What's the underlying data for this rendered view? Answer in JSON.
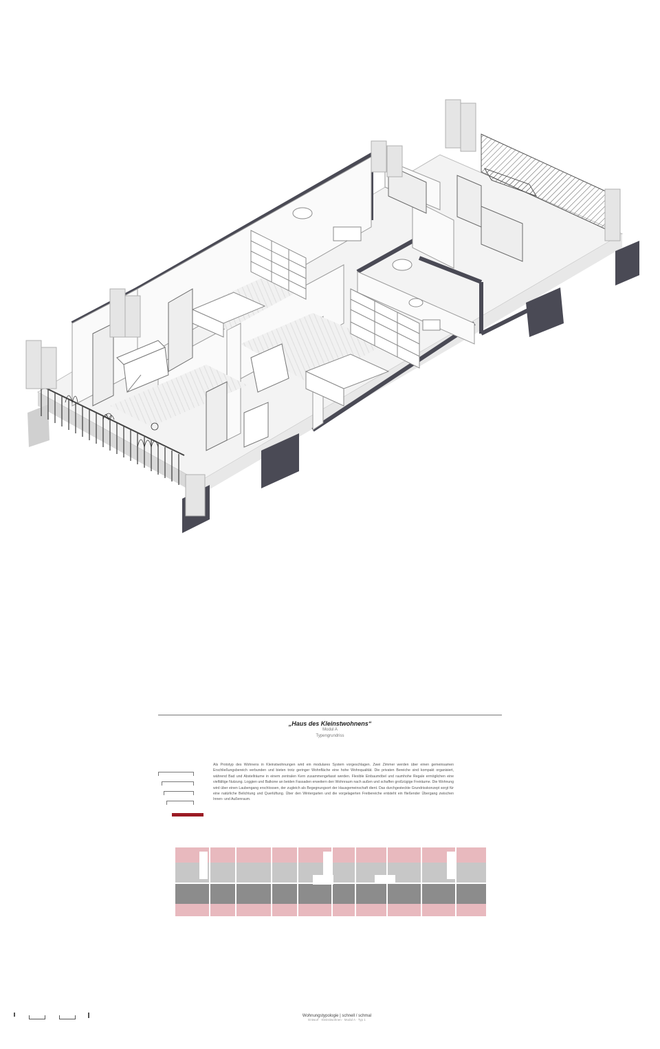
{
  "poster": {
    "title": "„Haus des Kleinstwohnens“",
    "subtitle_1": "Modul A",
    "subtitle_2": "Typengrundriss",
    "body_text": "Als Prototyp des Wohnens in Kleinstwohnungen wird ein modulares System vorgeschlagen. Zwei Zimmer werden über einen gemeinsamen Erschließungsbereich verbunden und bieten trotz geringer Wohnfläche eine hohe Wohnqualität. Die privaten Bereiche sind kompakt organisiert, während Bad und Abstellräume in einem zentralen Kern zusammengefasst werden. Flexible Einbaumöbel und raumhohe Regale ermöglichen eine vielfältige Nutzung. Loggien und Balkone an beiden Fassaden erweitern den Wohnraum nach außen und schaffen großzügige Freiräume. Die Wohnung wird über einen Laubengang erschlossen, der zugleich als Begegnungsort der Hausgemeinschaft dient. Das durchgesteckte Grundrisskonzept sorgt für eine natürliche Belichtung und Querlüftung. Über den Wintergarten und die vorgelagerten Freibereiche entsteht ein fließender Übergang zwischen Innen- und Außenraum.",
    "legend_colors": [
      "#ffffff",
      "#ffffff",
      "#ffffff",
      "#ffffff",
      "#9b1b24"
    ],
    "footer_title": "Wohnungstypologie | schnell / schmal",
    "footer_sub": "Entwurf · Kleinstwohnen · Modul A · Typ 1",
    "plan_pink": "#e8b9be",
    "plan_gray": "#8c8c8c",
    "plan_light": "#c7c7c7"
  }
}
